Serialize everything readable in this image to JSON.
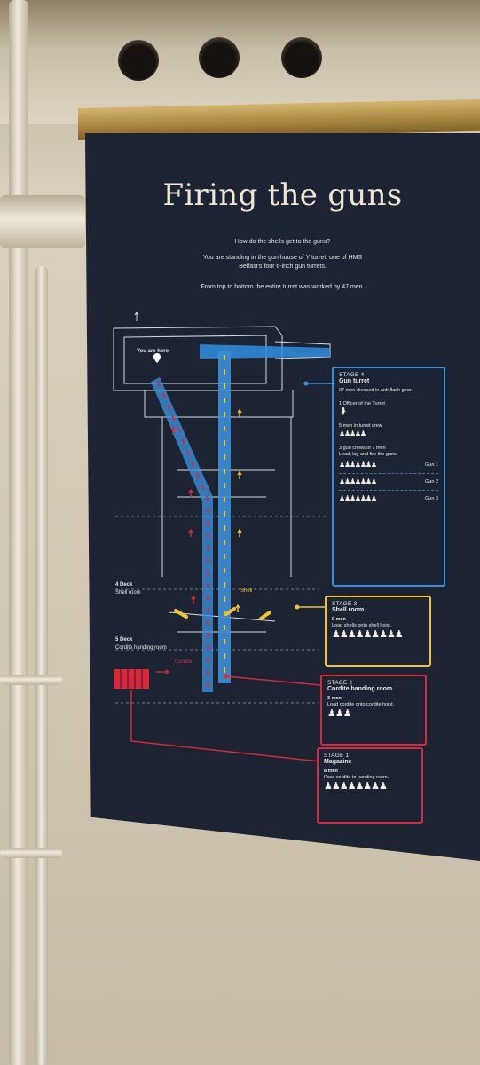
{
  "title": "Firing the guns",
  "intro": [
    "How do the shells get to the guns?",
    "You are standing in the gun house of Y turret, one of HMS Belfast's four 6-inch gun turrets.",
    "From top to bottom the entire turret was worked by 47 men."
  ],
  "diagram": {
    "you_are_here": "You are here",
    "deck4": {
      "name": "4 Deck",
      "room": "Shell room"
    },
    "deck5": {
      "name": "5 Deck",
      "room": "Cordite handing room"
    },
    "shell_tag": "Shell",
    "cordite_tag": "Cordite"
  },
  "stages": [
    {
      "label": "STAGE 4",
      "name": "Gun turret",
      "color": "#3b8fd8",
      "summary": "27 men dressed in anti-flash gear.",
      "groups": [
        {
          "text": "1 Officer of the Turret",
          "count": 1
        },
        {
          "text": "5 men in turret crew",
          "count": 5
        },
        {
          "text": "3 gun crews of 7 men",
          "sub": "Load, lay and fire the guns.",
          "count": 0
        }
      ],
      "guns": [
        {
          "label": "Gun 1",
          "count": 7
        },
        {
          "label": "Gun 2",
          "count": 7
        },
        {
          "label": "Gun 3",
          "count": 7
        }
      ]
    },
    {
      "label": "STAGE 3",
      "name": "Shell room",
      "color": "#f0c22c",
      "men": "9 men",
      "text": "Load shells onto shell hoist.",
      "count": 9
    },
    {
      "label": "STAGE 2",
      "name": "Cordite handing room",
      "color": "#d9283a",
      "men": "3 men",
      "text": "Load cordite onto cordite hoist.",
      "count": 3
    },
    {
      "label": "STAGE 1",
      "name": "Magazine",
      "color": "#d9283a",
      "men": "8 men",
      "text": "Pass cordite to handing room.",
      "count": 8
    }
  ]
}
